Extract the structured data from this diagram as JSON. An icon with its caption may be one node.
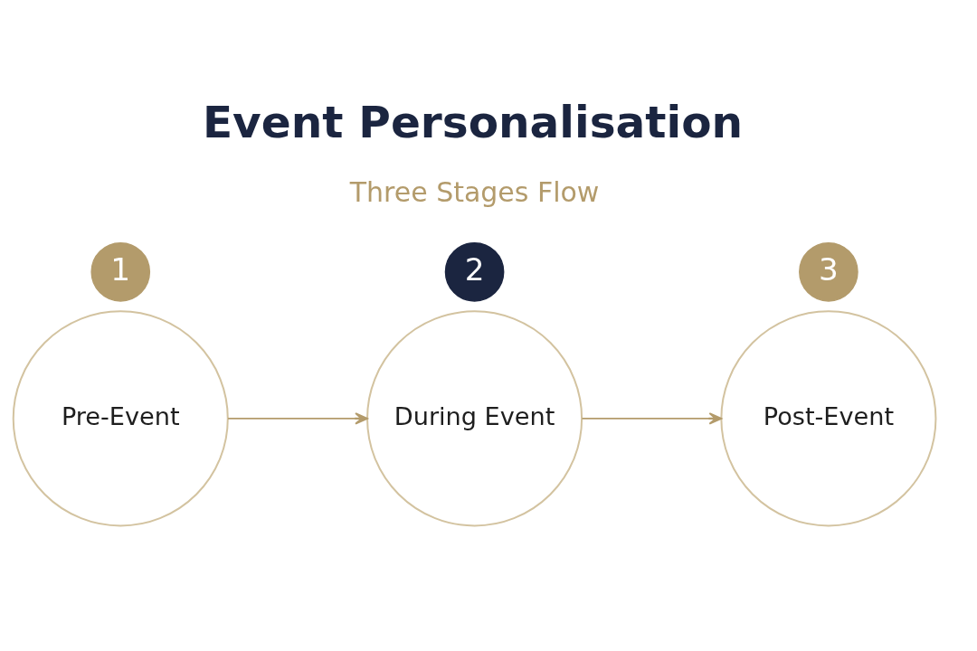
{
  "diagram": {
    "title": "Event Personalisation",
    "nodes": [
      {
        "text": [
          "1"
        ]
      },
      {
        "text": [
          "Pre-Event"
        ]
      },
      {
        "text": [
          "2"
        ]
      },
      {
        "text": [
          "During Event"
        ]
      },
      {
        "text": [
          "3"
        ]
      },
      {
        "text": [
          "Post-Event"
        ]
      }
    ],
    "edges": [
      {
        "from": 1,
        "to": 3,
        "arrow": "to"
      },
      {
        "from": 3,
        "to": 5,
        "arrow": "to"
      }
    ],
    "labels": [
      "Three Stages Flow"
    ]
  }
}
